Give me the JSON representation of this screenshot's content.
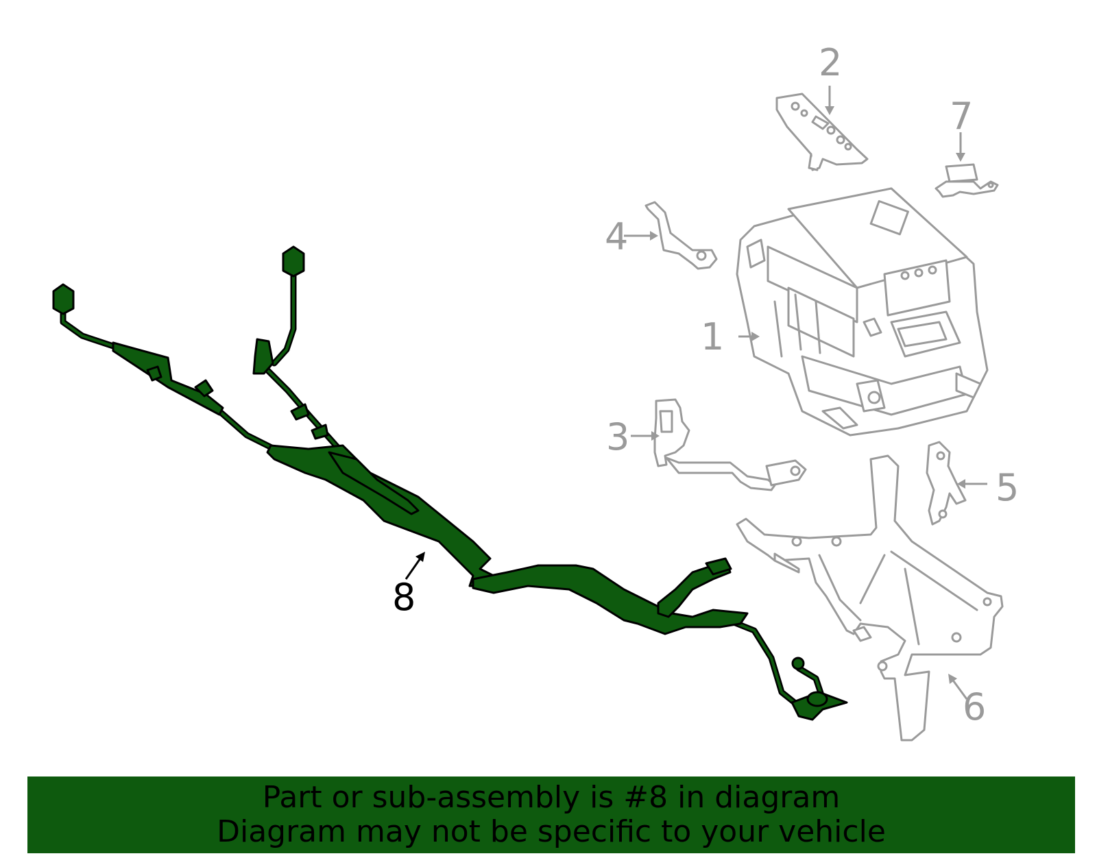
{
  "callouts": {
    "c1": "1",
    "c2": "2",
    "c3": "3",
    "c4": "4",
    "c5": "5",
    "c6": "6",
    "c7": "7",
    "c8": "8"
  },
  "colors": {
    "highlight": "#0e5a0e",
    "other_parts": "#9a9a9a",
    "banner_bg": "#0e5a0e"
  },
  "banner": {
    "line1": "Part or sub-assembly is #8 in diagram",
    "line2": "Diagram may not be specific to your vehicle"
  }
}
